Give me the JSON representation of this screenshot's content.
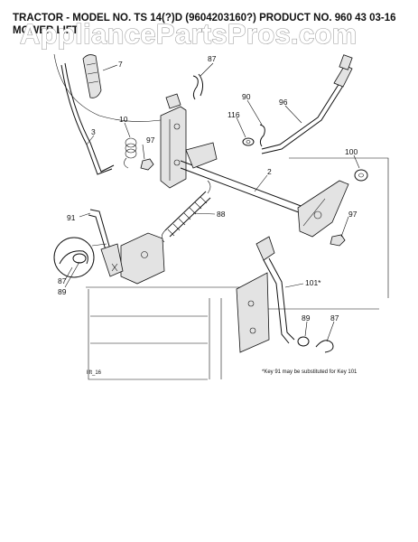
{
  "header": {
    "line1": "TRACTOR - MODEL NO. TS 14(?)D (9604203160?) PRODUCT NO. 960 43 03-16",
    "line2": "MOWER LIFT"
  },
  "watermark": "AppliancePartsPros.com",
  "callouts": {
    "c87_top": "87",
    "c7": "7",
    "c90": "90",
    "c96": "96",
    "c116": "116",
    "c10": "10",
    "c3": "3",
    "c97_left": "97",
    "c100": "100",
    "c2": "2",
    "c88": "88",
    "c91": "91",
    "c97_right": "97",
    "c87_left": "87",
    "c89_left": "89",
    "c101": "101*",
    "c89_right": "89",
    "c87_right": "87"
  },
  "footnote": "*Key 91 may be substituted for Key 101",
  "figure_code": "lift_16"
}
